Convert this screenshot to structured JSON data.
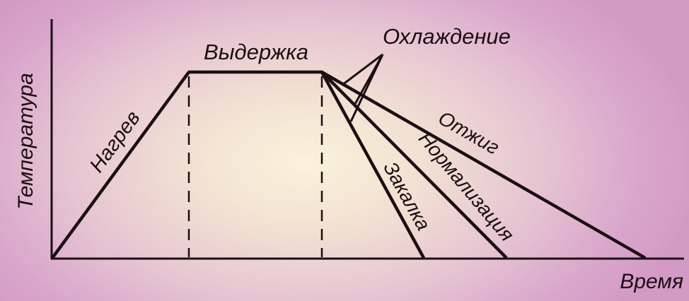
{
  "diagram": {
    "title": "Heat treatment process diagram",
    "axes": {
      "y_label": "Температура",
      "x_label": "Время"
    },
    "stages": {
      "heating": "Нагрев",
      "holding": "Выдержка",
      "cooling": "Охлаждение"
    },
    "cooling_methods": [
      {
        "label": "Закалка",
        "end_x": 599
      },
      {
        "label": "Нормализация",
        "end_x": 716
      },
      {
        "label": "Отжиг",
        "end_x": 912
      }
    ],
    "colors": {
      "line": "#1a0f12",
      "bg_center": "#fbf3da",
      "bg_edge": "#d49ac6"
    }
  },
  "chart_data": {
    "type": "line",
    "title": "",
    "xlabel": "Время",
    "ylabel": "Температура",
    "grid": false,
    "series": [
      {
        "name": "Нагрев",
        "points": [
          [
            0,
            0
          ],
          [
            1,
            1
          ]
        ]
      },
      {
        "name": "Выдержка",
        "points": [
          [
            1,
            1
          ],
          [
            2,
            1
          ]
        ]
      },
      {
        "name": "Закалка",
        "points": [
          [
            2,
            1
          ],
          [
            2.77,
            0
          ]
        ]
      },
      {
        "name": "Нормализация",
        "points": [
          [
            2,
            1
          ],
          [
            3.4,
            0
          ]
        ]
      },
      {
        "name": "Отжиг",
        "points": [
          [
            2,
            1
          ],
          [
            4.45,
            0
          ]
        ]
      }
    ],
    "annotations": [
      "Охлаждение"
    ]
  }
}
